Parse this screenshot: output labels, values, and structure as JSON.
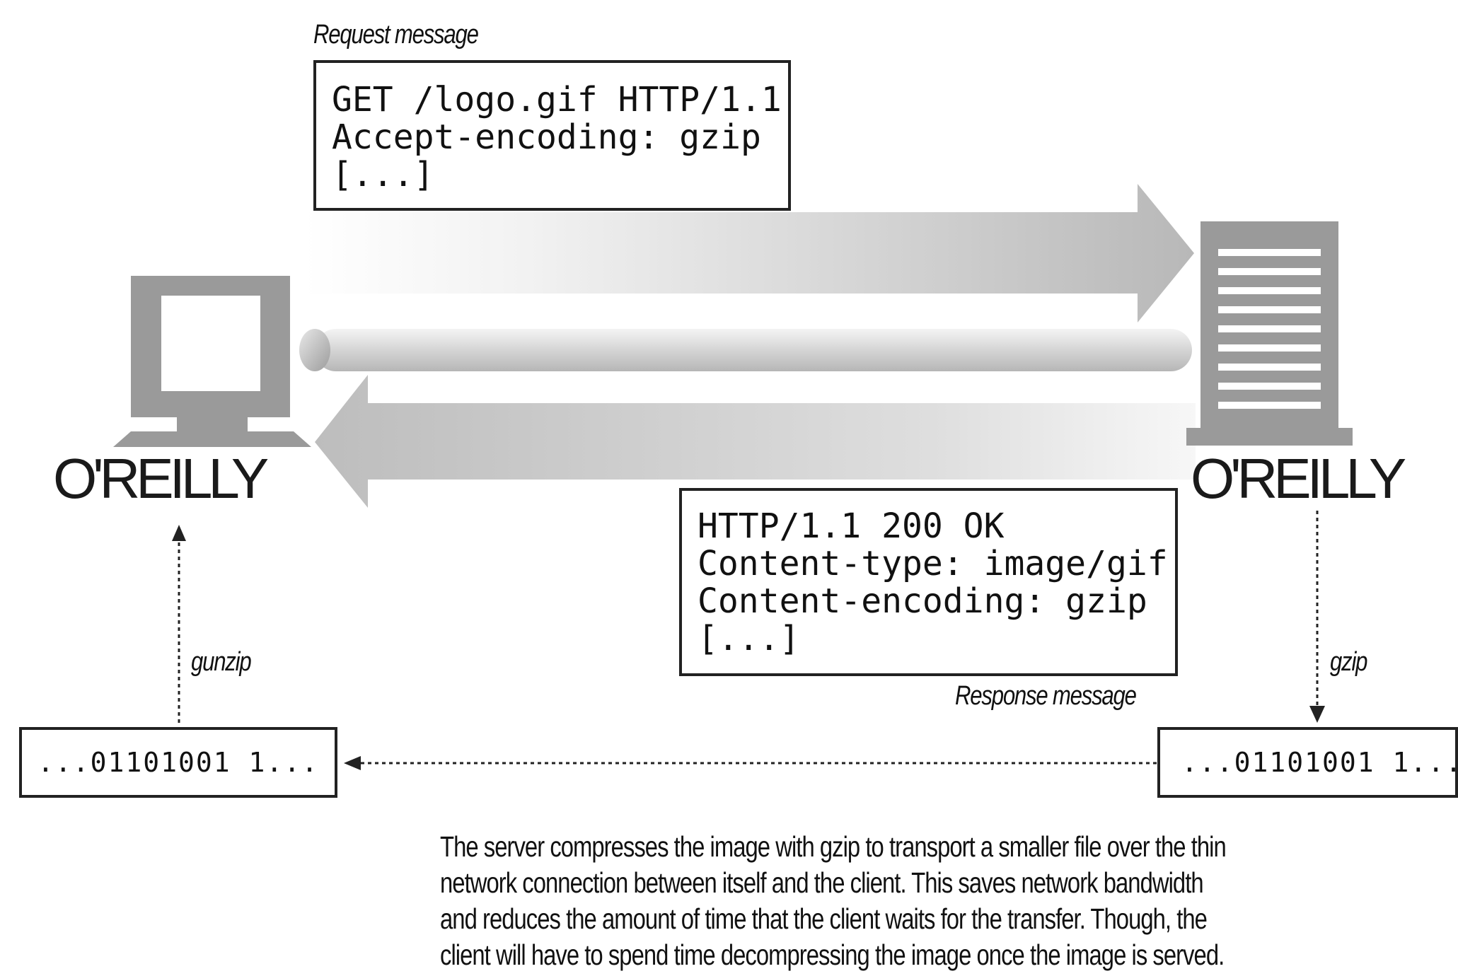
{
  "request": {
    "caption": "Request message",
    "lines": [
      "GET /logo.gif HTTP/1.1",
      "Accept-encoding: gzip",
      "[...]"
    ]
  },
  "response": {
    "caption": "Response message",
    "lines": [
      "HTTP/1.1 200 OK",
      "Content-type: image/gif",
      "Content-encoding: gzip",
      "[...]"
    ]
  },
  "client": {
    "logo": "O'REILLY",
    "binary": "...01101001 1...",
    "process_label": "gunzip"
  },
  "server": {
    "logo": "O'REILLY",
    "binary": "...01101001 1...",
    "process_label": "gzip"
  },
  "description": {
    "lines": [
      "The server compresses the image with gzip to transport a smaller file over the thin",
      "network connection between itself and the client. This saves network bandwidth",
      "and reduces the amount of time that the client waits for the transfer. Though, the",
      "client will have to spend time decompressing the image once the image is served."
    ]
  },
  "colors": {
    "device_gray": "#9a9a9a",
    "arrow_gray": "#b5b5b5",
    "line": "#222222"
  }
}
